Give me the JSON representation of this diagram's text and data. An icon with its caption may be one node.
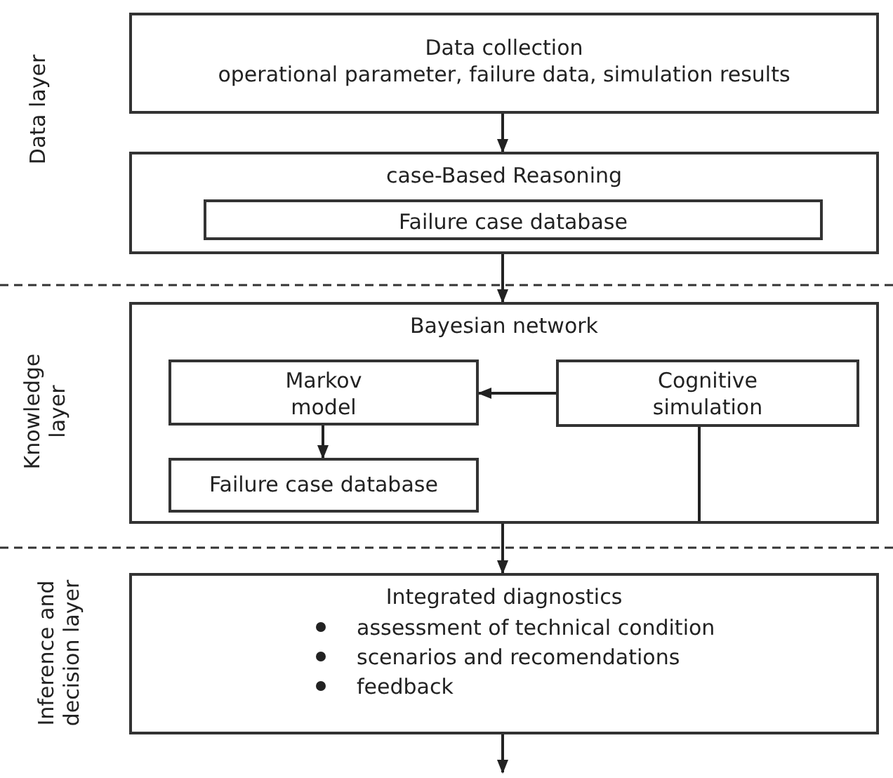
{
  "diagram": {
    "nodes": [
      {
        "text": [
          "Data collection",
          "operational parameter, failure data, simulation results"
        ]
      },
      {
        "text": [
          "case-Based Reasoning"
        ]
      },
      {
        "text": [
          "Failure case database"
        ],
        "in": 1
      },
      {
        "text": [
          "Bayesian network"
        ]
      },
      {
        "text": [
          "Markov model"
        ],
        "in": 3
      },
      {
        "text": [
          "Cognitive simulation"
        ],
        "in": 3
      },
      {
        "text": [
          "Failure case database"
        ],
        "in": 3
      },
      {
        "text": [
          "Integrated diagnostics",
          "assessment of technical condition",
          "scenarios and recomendations",
          "feedback"
        ]
      }
    ],
    "edges": [
      {
        "from": 0,
        "to": 1,
        "arrow": "to"
      },
      {
        "from": 1,
        "to": 3,
        "arrow": "to"
      },
      {
        "from": 5,
        "to": 4,
        "arrow": "to"
      },
      {
        "from": 4,
        "to": 6,
        "arrow": "to"
      },
      {
        "from": 5,
        "to": 3,
        "arrow": "none"
      },
      {
        "from": 3,
        "to": 7,
        "arrow": "to"
      },
      {
        "from": 7,
        "to": null,
        "arrow": "to"
      }
    ],
    "labels": [
      "Data layer",
      "Knowledge layer",
      "Inference and decision layer"
    ]
  }
}
